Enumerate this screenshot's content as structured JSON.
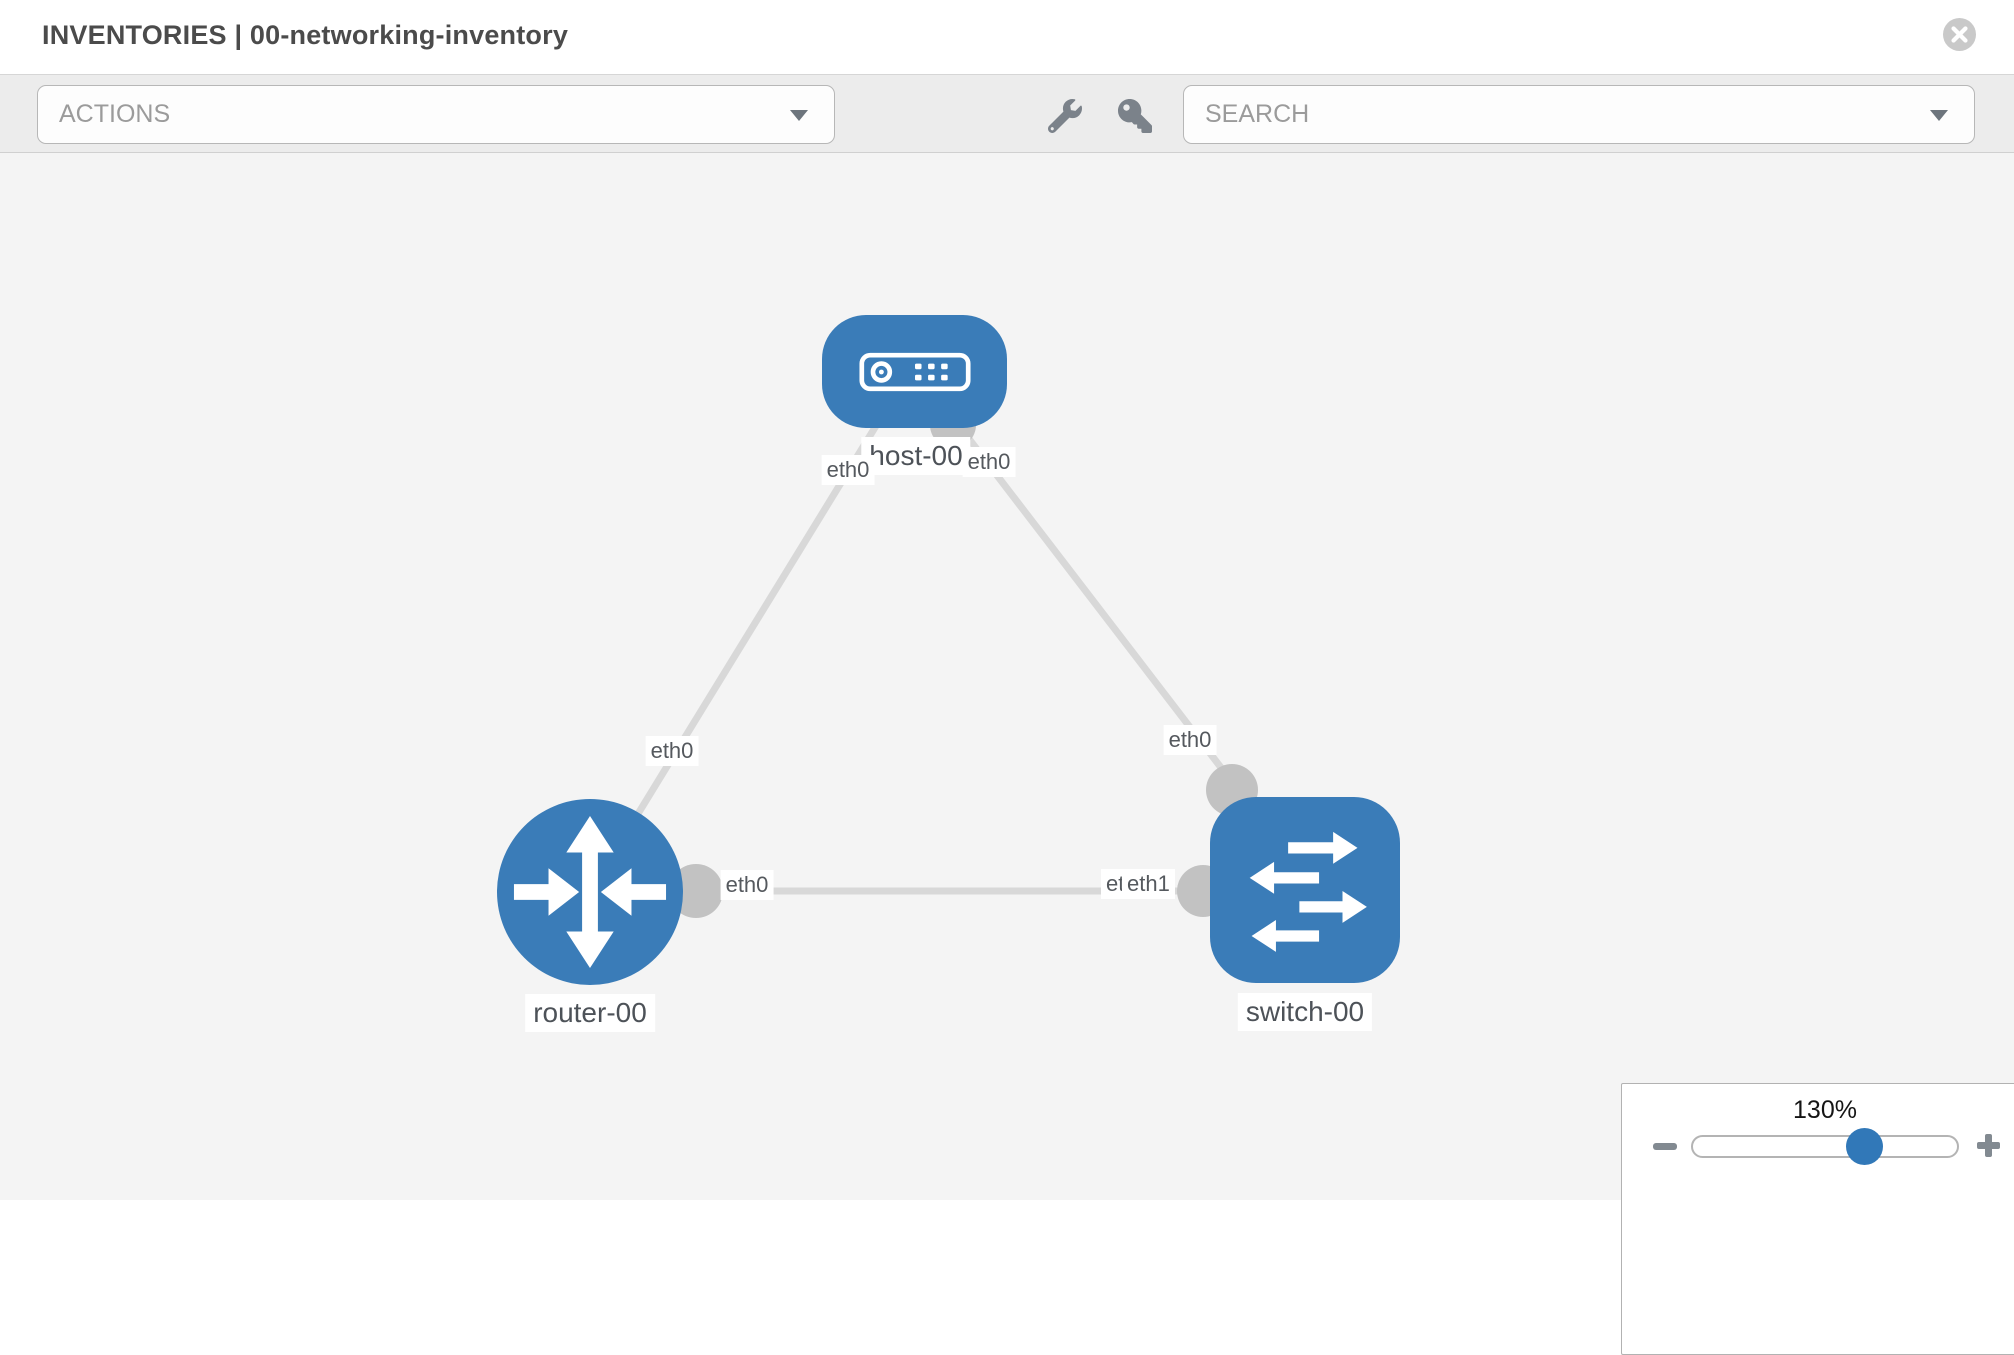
{
  "header": {
    "title": "INVENTORIES | 00-networking-inventory"
  },
  "toolbar": {
    "actions_label": "ACTIONS",
    "search_label": "SEARCH",
    "icons": [
      "wrench-icon",
      "key-icon"
    ]
  },
  "topology": {
    "nodes": [
      {
        "id": "host-00",
        "label": "host-00",
        "type": "host"
      },
      {
        "id": "router-00",
        "label": "router-00",
        "type": "router"
      },
      {
        "id": "switch-00",
        "label": "switch-00",
        "type": "switch"
      }
    ],
    "links": [
      {
        "from": "router-00",
        "to": "host-00"
      },
      {
        "from": "host-00",
        "to": "switch-00"
      },
      {
        "from": "router-00",
        "to": "switch-00"
      }
    ],
    "interface_labels": [
      {
        "text": "eth0",
        "link": "router-00/host-00",
        "end": "host-00"
      },
      {
        "text": "eth0",
        "link": "host-00/switch-00",
        "end": "host-00"
      },
      {
        "text": "eth0",
        "link": "router-00/host-00",
        "end": "router-00"
      },
      {
        "text": "eth0",
        "link": "host-00/switch-00",
        "end": "switch-00"
      },
      {
        "text": "eth0",
        "link": "router-00/switch-00",
        "end": "router-00"
      },
      {
        "text": "eth0",
        "link": "router-00/switch-00",
        "end": "switch-00 (behind)"
      },
      {
        "text": "eth1",
        "link": "router-00/switch-00",
        "end": "switch-00 (front)"
      }
    ],
    "colors": {
      "node_fill": "#3a7cb8",
      "link": "#d8d8d8",
      "connector_dot": "#c2c2c2",
      "canvas_bg": "#f4f4f4"
    }
  },
  "zoom_control": {
    "level": "130%",
    "minus": "-",
    "plus": "+"
  }
}
